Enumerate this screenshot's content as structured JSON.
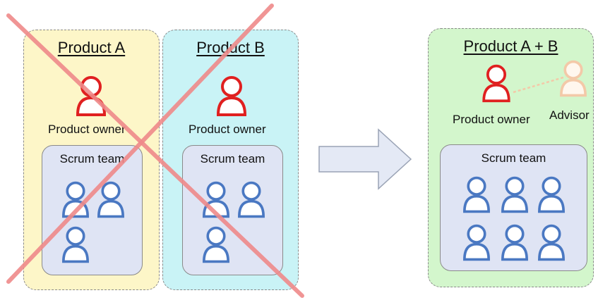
{
  "left_panels": [
    {
      "title": "Product A",
      "color": "#fdf6c8",
      "owner_label": "Product owner",
      "team_label": "Scrum team",
      "member_count": 3
    },
    {
      "title": "Product B",
      "color": "#c9f3f6",
      "owner_label": "Product owner",
      "team_label": "Scrum team",
      "member_count": 3
    }
  ],
  "right_panel": {
    "title": "Product A + B",
    "color": "#d3f6cc",
    "owner_label": "Product owner",
    "advisor_label": "Advisor",
    "team_label": "Scrum team",
    "member_count": 6
  },
  "colors": {
    "owner": "#e02020",
    "member": "#4a78c2",
    "advisor": "#f3c9a8",
    "cross": "#ef8a8a",
    "arrow_fill": "#e4e9f5",
    "arrow_stroke": "#9aa3b5"
  },
  "icons": [
    "person-icon",
    "big-right-arrow-icon",
    "red-cross-out-icon"
  ]
}
